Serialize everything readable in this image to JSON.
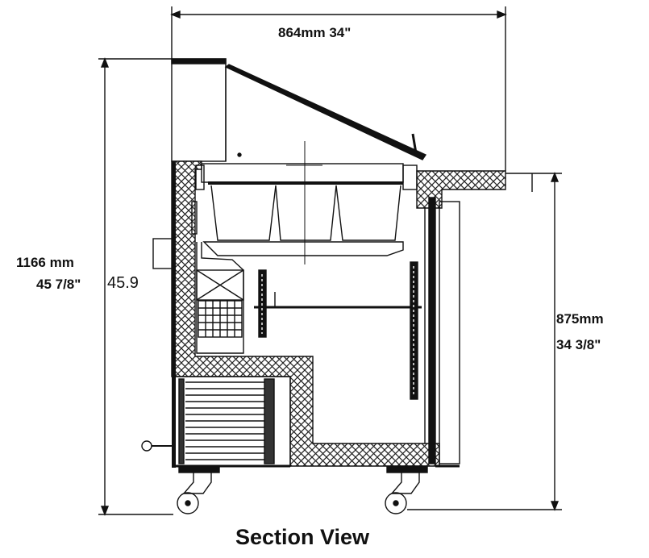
{
  "drawing": {
    "title": "Section View",
    "dimensions": {
      "width_label": "864mm  34\"",
      "height_total_mm": "1166 mm",
      "height_total_in": "45 7/8\"",
      "height_total_decimal": "45.9",
      "counter_height_mm": "875mm",
      "counter_height_in": "34 3/8\""
    }
  },
  "colors": {
    "line": "#111111",
    "background": "#ffffff"
  }
}
